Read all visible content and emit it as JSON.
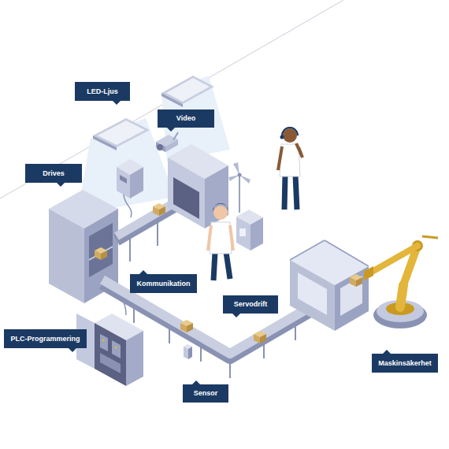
{
  "diagram": {
    "nodes": [
      {
        "text": [
          "LED-Ljus"
        ]
      },
      {
        "text": [
          "Video"
        ]
      },
      {
        "text": [
          "Drives"
        ]
      },
      {
        "text": [
          "Kommunikation"
        ]
      },
      {
        "text": [
          "Servodrift"
        ]
      },
      {
        "text": [
          "PLC-Programmering"
        ]
      },
      {
        "text": [
          "Maskinsäkerhet"
        ]
      },
      {
        "text": [
          "Sensor"
        ]
      }
    ]
  }
}
